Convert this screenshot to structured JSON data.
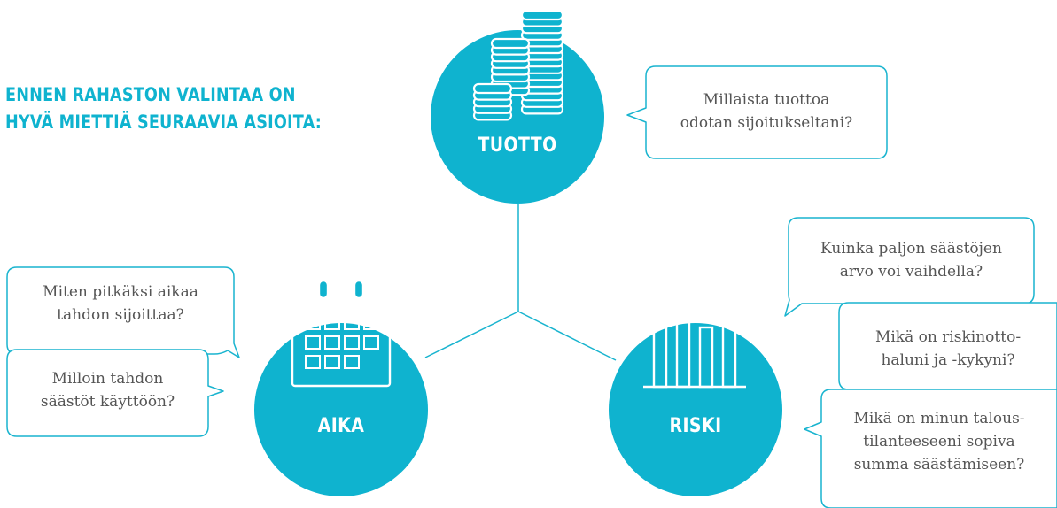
{
  "heading": {
    "line1": "ENNEN RAHASTON VALINTAA ON",
    "line2": "HYVÄ MIETTIÄ SEURAAVIA ASIOITA:"
  },
  "colors": {
    "accent": "#0fb3cf",
    "bubble_border": "#19b4cf",
    "text": "#555555"
  },
  "nodes": {
    "tuotto": {
      "label": "TUOTTO",
      "icon": "coin-stacks-icon",
      "questions": [
        {
          "line1": "Millaista tuottoa",
          "line2": "odotan sijoitukseltani?"
        }
      ]
    },
    "aika": {
      "label": "AIKA",
      "icon": "calendar-icon",
      "questions": [
        {
          "line1": "Miten pitkäksi aikaa",
          "line2": "tahdon sijoittaa?"
        },
        {
          "line1": "Milloin tahdon",
          "line2": "säästöt käyttöön?"
        }
      ]
    },
    "riski": {
      "label": "RISKI",
      "icon": "bar-chart-icon",
      "questions": [
        {
          "line1": "Kuinka paljon säästöjen",
          "line2": "arvo voi vaihdella?"
        },
        {
          "line1": "Mikä on riskinotto-",
          "line2": "haluni ja -kykyni?"
        },
        {
          "line1": "Mikä on minun talous-",
          "line2": "tilanteeseeni sopiva",
          "line3": "summa säästämiseen?"
        }
      ]
    }
  }
}
